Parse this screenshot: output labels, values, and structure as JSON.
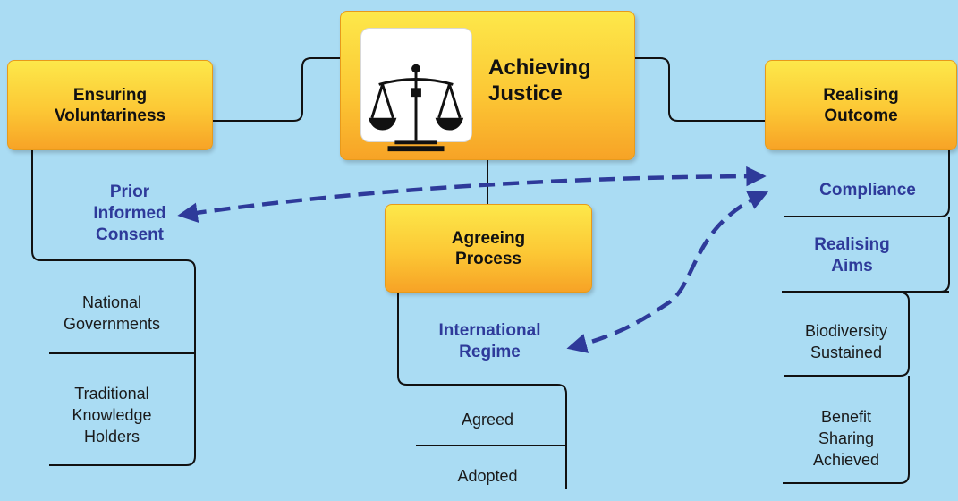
{
  "main": {
    "title": "Achieving\nJustice",
    "icon": "scales-of-justice-icon"
  },
  "left": {
    "title": "Ensuring\nVoluntariness",
    "sub": "Prior\nInformed\nConsent",
    "items": [
      "National\nGovernments",
      "Traditional\nKnowledge\nHolders"
    ]
  },
  "center": {
    "title": "Agreeing\nProcess",
    "sub": "International\nRegime",
    "items": [
      "Agreed",
      "Adopted"
    ]
  },
  "right": {
    "title": "Realising\nOutcome",
    "subs": [
      "Compliance",
      "Realising\nAims"
    ],
    "items": [
      "Biodiversity\nSustained",
      "Benefit\nSharing\nAchieved"
    ]
  },
  "colors": {
    "background": "#aadcf3",
    "box": "#fcc835",
    "heading_text": "#2e3a9a",
    "arrow": "#2e3a9a"
  }
}
